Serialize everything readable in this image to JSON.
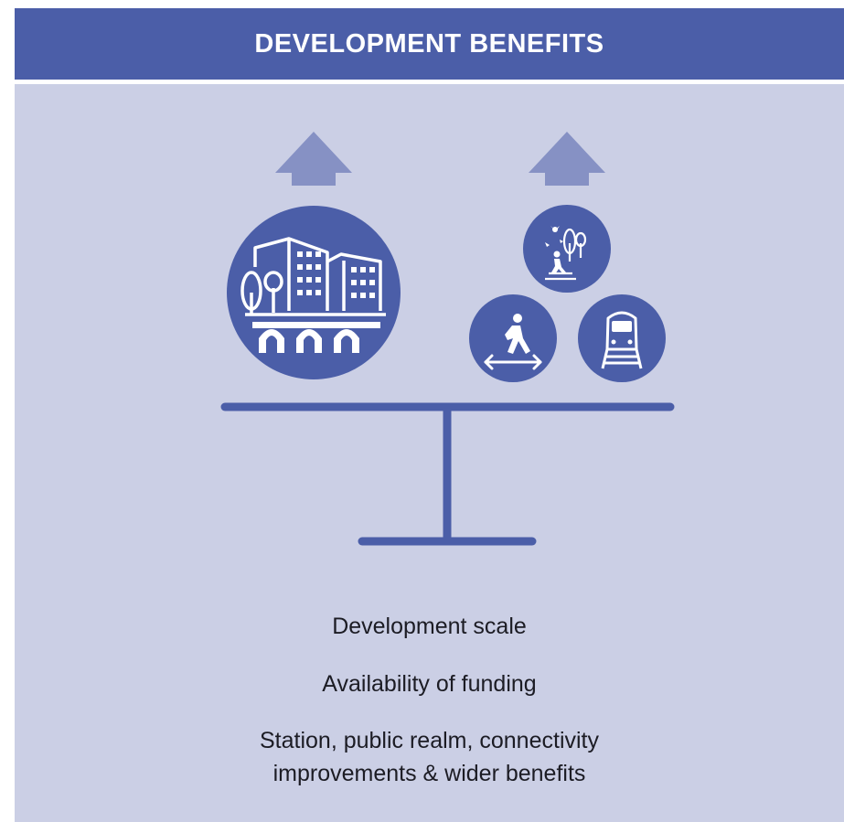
{
  "header": {
    "title": "DEVELOPMENT BENEFITS"
  },
  "colors": {
    "header_bg": "#4b5ea8",
    "panel_bg": "#cbcfe5",
    "circle": "#4b5ea8",
    "arrow": "#8691c4",
    "scale": "#4b5ea8",
    "icon_line": "#ffffff"
  },
  "icons": {
    "left_pan": [
      "buildings-icon"
    ],
    "right_pan": [
      "nature-walk-icon",
      "pedestrian-connectivity-icon",
      "train-icon"
    ],
    "arrows": [
      "up-arrow-icon",
      "up-arrow-icon"
    ]
  },
  "captions": {
    "development_scale": "Development scale",
    "funding": "Availability of funding",
    "benefits": "Station, public realm, connectivity improvements & wider benefits"
  }
}
